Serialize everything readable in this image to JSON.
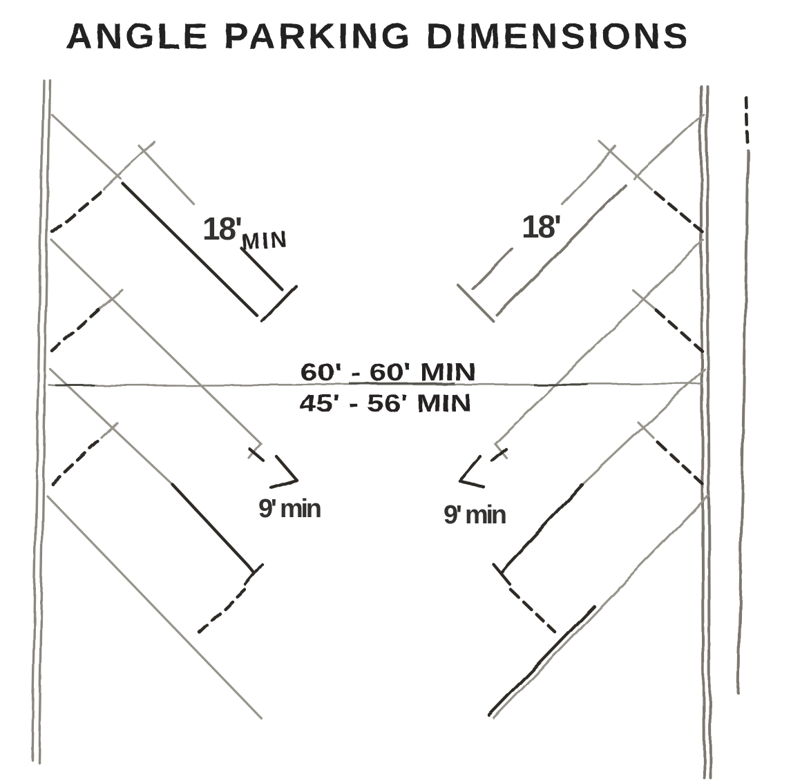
{
  "title": "ANGLE PARKING DIMENSIONS",
  "labels": {
    "stall_depth_left_value": "18'",
    "stall_depth_left_min": "MIN",
    "stall_depth_right_value": "18'",
    "aisle_width_60deg": "60' - 60' MIN",
    "aisle_width_45deg": "45' - 56' MIN",
    "stall_width_left": "9' min",
    "stall_width_right": "9' min"
  },
  "colors": {
    "paper": "#ffffff",
    "ink": "#2e2c28",
    "pencil": "#97948c",
    "pencil_dark": "#7b786f",
    "curb": "#8a877f"
  }
}
